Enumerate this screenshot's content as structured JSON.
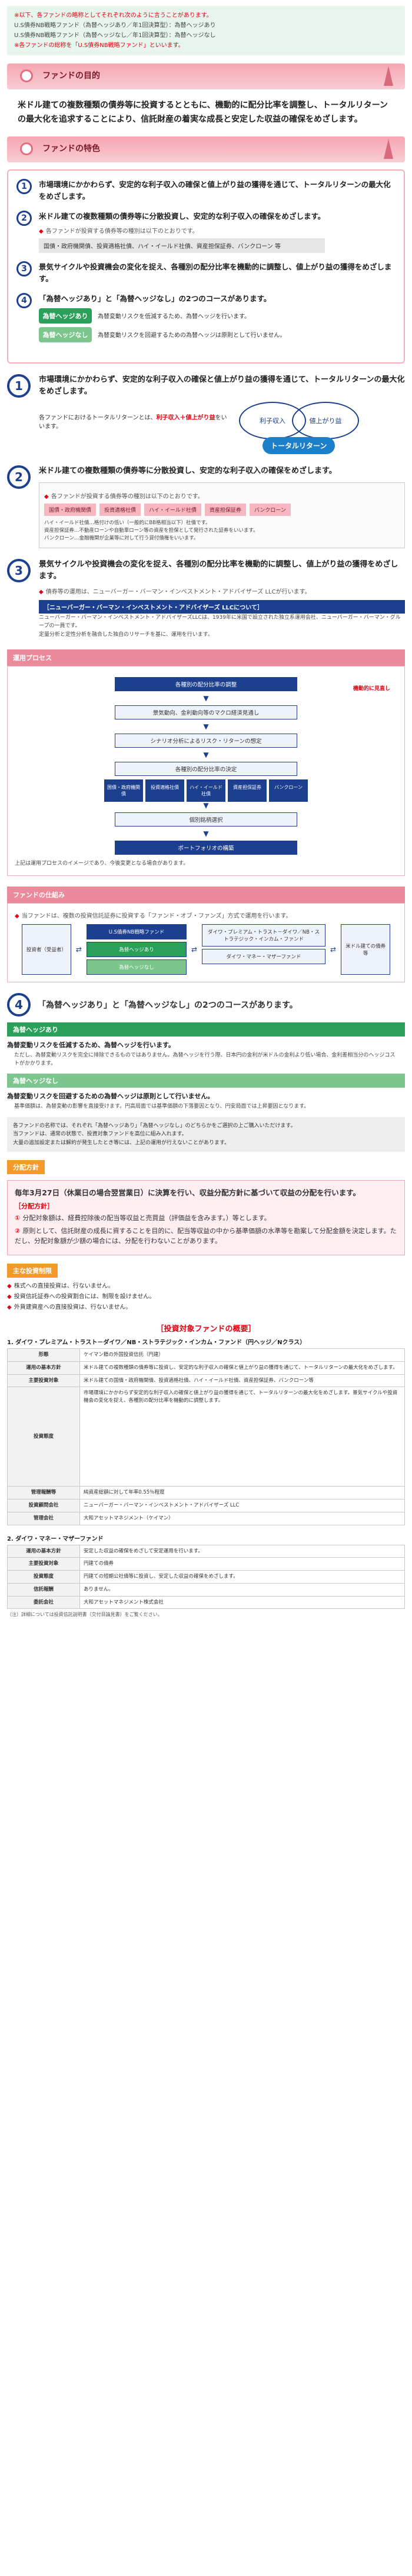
{
  "intro": {
    "lines": [
      "※以下、各ファンドの略称としてそれぞれ次のように言うことがあります。",
      "U.S債券NB戦略ファンド（為替ヘッジあり／年1回決算型）：為替ヘッジあり",
      "U.S債券NB戦略ファンド（為替ヘッジなし／年1回決算型）：為替ヘッジなし",
      "※各ファンドの総称を「U.S債券NB戦略ファンド」といいます。"
    ]
  },
  "purpose": {
    "heading": "ファンドの目的",
    "text": "米ドル建ての複数種類の債券等に投資するとともに、機動的に配分比率を調整し、トータルリターンの最大化を追求することにより、信託財産の着実な成長と安定した収益の確保をめざします。"
  },
  "features": {
    "heading": "ファンドの特色",
    "items": [
      {
        "num": "1",
        "title": "市場環境にかかわらず、安定的な利子収入の確保と値上がり益の獲得を通じて、トータルリターンの最大化をめざします。"
      },
      {
        "num": "2",
        "title": "米ドル建ての複数種類の債券等に分散投資し、安定的な利子収入の確保をめざします。",
        "note": "各ファンドが投資する債券等の種別は以下のとおりです。",
        "bar": "国債・政府機関債、投資適格社債、ハイ・イールド社債、資産担保証券、バンクローン 等"
      },
      {
        "num": "3",
        "title": "景気サイクルや投資機会の変化を捉え、各種別の配分比率を機動的に調整し、値上がり益の獲得をめざします。"
      },
      {
        "num": "4",
        "title": "「為替ヘッジあり」と「為替ヘッジなし」の2つのコースがあります。"
      }
    ],
    "courses": [
      {
        "label": "為替ヘッジあり",
        "desc": "為替変動リスクを低減するため、為替ヘッジを行います。"
      },
      {
        "label": "為替ヘッジなし",
        "desc": "為替変動リスクを回避するための為替ヘッジは原則として行いません。"
      }
    ]
  },
  "detail1": {
    "num": "1",
    "title": "市場環境にかかわらず、安定的な利子収入の確保と値上がり益の獲得を通じて、トータルリターンの最大化をめざします。",
    "ell_left": "利子収入",
    "ell_right": "値上がり益",
    "ell_main": "トータルリターン",
    "note_pre": "各ファンドにおけるトータルリターンとは、",
    "note_red": "利子収入＋値上がり益",
    "note_post": "をいいます。"
  },
  "detail2": {
    "num": "2",
    "title": "米ドル建ての複数種類の債券等に分散投資し、安定的な利子収入の確保をめざします。",
    "list_note": "各ファンドが投資する債券等の種別は以下のとおりです。",
    "chips": [
      "国債・政府機関債",
      "投資適格社債",
      "ハイ・イールド社債",
      "資産担保証券",
      "バンクローン"
    ],
    "defs": [
      "ハイ・イールド社債…格付けの低い（一般的にBB格相当以下）社債です。",
      "資産担保証券…不動産ローンや自動車ローン等の資産を担保として発行された証券をいいます。",
      "バンクローン…金融機関が企業等に対して行う貸付債権をいいます。"
    ]
  },
  "detail3": {
    "num": "3",
    "title": "景気サイクルや投資機会の変化を捉え、各種別の配分比率を機動的に調整し、値上がり益の獲得をめざします。",
    "note": "債券等の運用は、ニューバーガー・バーマン・インベストメント・アドバイザーズ LLCが行います。",
    "bluehead": "［ニューバーガー・バーマン・インベストメント・アドバイザーズ LLCについて］",
    "texts": [
      "ニューバーガー・バーマン・インベストメント・アドバイザーズLLCは、1939年に米国で設立された独立系運用会社、ニューバーガー・バーマン・グループの一員です。",
      "定量分析と定性分析を融合した独自のリサーチを基に、運用を行います。"
    ]
  },
  "process": {
    "heading": "運用プロセス",
    "steps": [
      "各種別の配分比率の調整",
      "景気動向、金利動向等のマクロ経済見通し",
      "シナリオ分析によるリスク・リターンの想定",
      "各種別の配分比率の決定",
      "個別銘柄選択",
      "ポートフォリオの構築"
    ],
    "minis": [
      "国債・政府機関債",
      "投資適格社債",
      "ハイ・イールド社債",
      "資産担保証券",
      "バンクローン"
    ],
    "side": "機動的に見直し",
    "footnote": "上記は運用プロセスのイメージであり、今後変更となる場合があります。"
  },
  "structure": {
    "heading": "ファンドの仕組み",
    "note": "当ファンドは、複数の投資信託証券に投資する「ファンド・オブ・ファンズ」方式で運用を行います。",
    "investor": "投資者（受益者）",
    "fund_hedge": "為替ヘッジあり",
    "fund_nohedge": "為替ヘッジなし",
    "fund_label": "U.S債券NB戦略ファンド",
    "target_a": "ダイワ・プレミアム・トラスト－ダイワ／NB・ストラテジック・インカム・ファンド",
    "target_b": "ダイワ・マネー・マザーファンド",
    "market": "米ドル建ての債券等"
  },
  "course4": {
    "num": "4",
    "title": "「為替ヘッジあり」と「為替ヘッジなし」の2つのコースがあります。",
    "hedge_label": "為替ヘッジあり",
    "hedge_text": "為替変動リスクを低減するため、為替ヘッジを行います。",
    "hedge_sub": "ただし、為替変動リスクを完全に排除できるものではありません。為替ヘッジを行う際、日本円の金利が米ドルの金利より低い場合、金利差相当分のヘッジコストがかかります。",
    "nohedge_label": "為替ヘッジなし",
    "nohedge_text": "為替変動リスクを回避するための為替ヘッジは原則として行いません。",
    "nohedge_sub": "基準価額は、為替変動の影響を直接受けます。円高局面では基準価額の下落要因となり、円安局面では上昇要因となります。"
  },
  "notes_grey": [
    "各ファンドの名称では、それぞれ「為替ヘッジあり」「為替ヘッジなし」のどちらかをご選択の上ご購入いただけます。",
    "当ファンドは、通常の状態で、投資対象ファンドを高位に組み入れます。",
    "大量の追加設定または解約が発生したとき等には、上記の運用が行えないことがあります。"
  ],
  "distribution": {
    "heading": "分配方針",
    "big": "毎年3月27日（休業日の場合翌営業日）に決算を行い、収益分配方針に基づいて収益の分配を行います。",
    "label": "［分配方針］",
    "items": [
      {
        "n": "①",
        "t": "分配対象額は、経費控除後の配当等収益と売買益（評価益を含みます。）等とします。"
      },
      {
        "n": "②",
        "t": "原則として、信託財産の成長に資することを目的に、配当等収益の中から基準価額の水準等を勘案して分配金額を決定します。ただし、分配対象額が少額の場合には、分配を行わないことがあります。"
      }
    ]
  },
  "restrictions": {
    "heading": "主な投資制限",
    "items": [
      "株式への直接投資は、行ないません。",
      "投資信託証券への投資割合には、制限を設けません。",
      "外貨建資産への直接投資は、行ないません。"
    ]
  },
  "funds": {
    "heading": "［投資対象ファンドの概要］",
    "fund1": {
      "name": "1. ダイワ・プレミアム・トラスト－ダイワ／NB・ストラテジック・インカム・ファンド（円ヘッジ／Nクラス）",
      "rows": [
        {
          "k": "形態",
          "v": "ケイマン籍の外国投資信託（円建）"
        },
        {
          "k": "運用の基本方針",
          "v": "米ドル建ての複数種類の債券等に投資し、安定的な利子収入の確保と値上がり益の獲得を通じて、トータルリターンの最大化をめざします。"
        },
        {
          "k": "主要投資対象",
          "v": "米ドル建ての国債・政府機関債、投資適格社債、ハイ・イールド社債、資産担保証券、バンクローン等"
        },
        {
          "k": "投資態度",
          "v": "市場環境にかかわらず安定的な利子収入の確保と値上がり益の獲得を通じて、トータルリターンの最大化をめざします。景気サイクルや投資機会の変化を捉え、各種別の配分比率を機動的に調整します。"
        },
        {
          "k": "管理報酬等",
          "v": "純資産総額に対して年率0.55％程度"
        },
        {
          "k": "投資顧問会社",
          "v": "ニューバーガー・バーマン・インベストメント・アドバイザーズ LLC"
        },
        {
          "k": "管理会社",
          "v": "大和アセットマネジメント（ケイマン）"
        }
      ]
    },
    "fund2": {
      "name": "2. ダイワ・マネー・マザーファンド",
      "rows": [
        {
          "k": "運用の基本方針",
          "v": "安定した収益の確保をめざして安定運用を行います。"
        },
        {
          "k": "主要投資対象",
          "v": "円建ての債券"
        },
        {
          "k": "投資態度",
          "v": "円建ての短期公社債等に投資し、安定した収益の確保をめざします。"
        },
        {
          "k": "信託報酬",
          "v": "ありません。"
        },
        {
          "k": "委託会社",
          "v": "大和アセットマネジメント株式会社"
        }
      ]
    },
    "footnote": "（注）詳細については投資信託説明書（交付目論見書）をご覧ください。"
  }
}
